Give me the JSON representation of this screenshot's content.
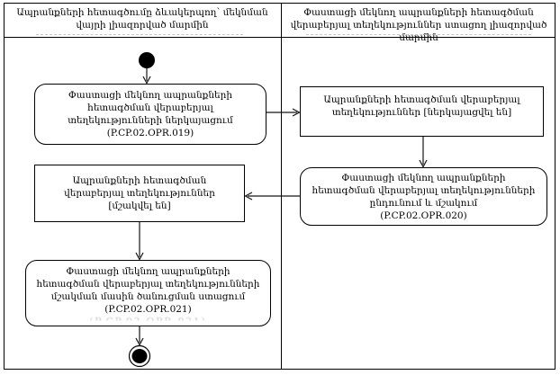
{
  "diagram": {
    "kind": "uml-activity-swimlane",
    "colors": {
      "line": "#000000",
      "background": "#ffffff",
      "text": "#000000"
    },
    "lanes": [
      {
        "title": "Ապրանքների հետագծումը ձևակերպող՝ մեկնման վայրի լիազորված մարմին"
      },
      {
        "title": "Փաստացի մեկնող ապրանքների հետագծման վերաբերյալ տեղեկություններ ստացող լիազորված մարմին"
      }
    ],
    "nodes": {
      "start": {
        "type": "initial-node",
        "lane": 0
      },
      "action1": {
        "type": "action",
        "lane": 0,
        "label": "Փաստացի մեկնող ապրանքների հետագծման վերաբերյալ տեղեկությունների ներկայացում",
        "code": "(P.CP.02.OPR.019)"
      },
      "object1": {
        "type": "object-state",
        "lane": 1,
        "label": "Ապրանքների հետագծման վերաբերյալ տեղեկություններ [ներկայացվել են]"
      },
      "action2": {
        "type": "action",
        "lane": 1,
        "label": "Փաստացի մեկնող ապրանքների հետագծման վերաբերյալ տեղեկությունների ընդունում և մշակում",
        "code": "(P.CP.02.OPR.020)"
      },
      "object2": {
        "type": "object-state",
        "lane": 0,
        "label": "Ապրանքների հետագծման վերաբերյալ տեղեկություններ",
        "state": "[մշակվել են]"
      },
      "action3": {
        "type": "action",
        "lane": 0,
        "label": "Փաստացի մեկնող ապրանքների հետագծման վերաբերյալ տեղեկությունների մշակման մասին ծանուցման ստացում",
        "code": "(P.CP.02.OPR.021)"
      },
      "end": {
        "type": "final-node",
        "lane": 0
      }
    },
    "edges": [
      {
        "from": "start",
        "to": "action1"
      },
      {
        "from": "action1",
        "to": "object1"
      },
      {
        "from": "object1",
        "to": "action2"
      },
      {
        "from": "action2",
        "to": "object2"
      },
      {
        "from": "object2",
        "to": "action3"
      },
      {
        "from": "action3",
        "to": "end"
      }
    ]
  }
}
